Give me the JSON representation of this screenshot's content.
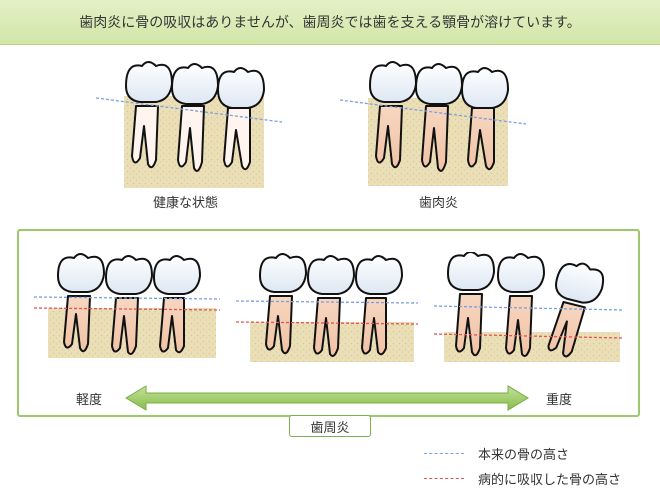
{
  "header": {
    "text": "歯肉炎に骨の吸収はありませんが、歯周炎では歯を支える顎骨が溶けています。"
  },
  "top": {
    "healthy_label": "健康な状態",
    "gingivitis_label": "歯肉炎"
  },
  "bottom": {
    "mild_label": "軽度",
    "severe_label": "重度",
    "periodontitis_label": "歯周炎"
  },
  "legend": {
    "original_label": "本来の骨の高さ",
    "resorbed_label": "病的に吸収した骨の高さ"
  },
  "colors": {
    "original_line": "#7b9fe0",
    "resorbed_line": "#e05555",
    "bone": "#e9dcb4",
    "gum": "#f2c9ae",
    "accent_green": "#8cc152"
  }
}
